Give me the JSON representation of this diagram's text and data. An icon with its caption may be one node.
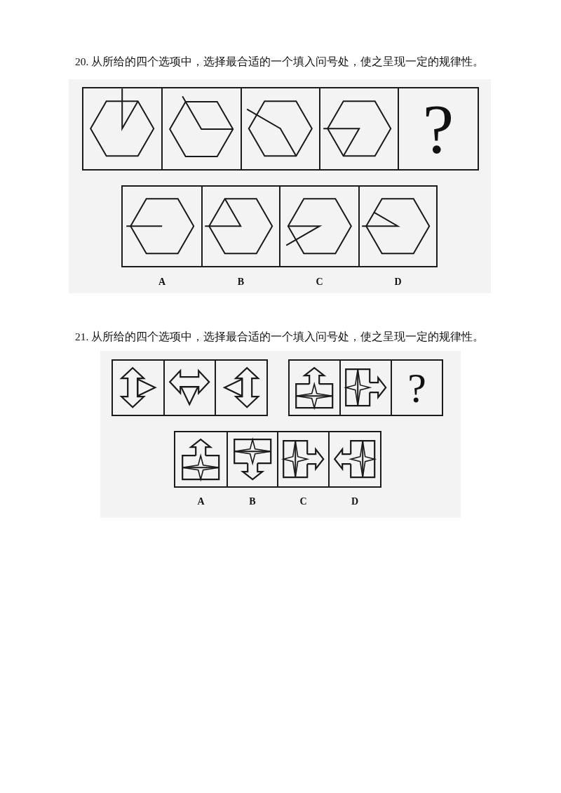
{
  "diagram": {
    "nodes": [
      {
        "text": [],
        "shape": "box"
      },
      {
        "text": [],
        "shape": "box"
      },
      {
        "text": [],
        "shape": "box"
      },
      {
        "text": [],
        "shape": "box"
      },
      {
        "text": [
          "?"
        ]
      },
      {
        "text": [],
        "shape": "box",
        "beside": [
          "A"
        ]
      },
      {
        "text": [],
        "shape": "box",
        "beside": [
          "B"
        ]
      },
      {
        "text": [],
        "shape": "box",
        "beside": [
          "C"
        ]
      },
      {
        "text": [],
        "shape": "box",
        "beside": [
          "D"
        ]
      },
      {
        "text": [],
        "shape": "box"
      },
      {
        "text": [],
        "shape": "box"
      },
      {
        "text": [],
        "shape": "box"
      },
      {
        "text": [],
        "shape": "box"
      },
      {
        "text": [],
        "shape": "box"
      },
      {
        "text": [
          "?"
        ]
      },
      {
        "text": [],
        "shape": "box",
        "beside": [
          "A"
        ]
      },
      {
        "text": [],
        "shape": "box",
        "beside": [
          "B"
        ]
      },
      {
        "text": [],
        "shape": "box",
        "beside": [
          "C"
        ]
      },
      {
        "text": [],
        "shape": "box",
        "beside": [
          "D"
        ]
      }
    ],
    "labels": [
      "20. 从所给的四个选项中，选择最合适的一个填入问号处，使之呈现一定的规律性。",
      "21. 从所给的四个选项中，选择最合适的一个填入问号处，使之呈现一定的规律性。"
    ]
  }
}
